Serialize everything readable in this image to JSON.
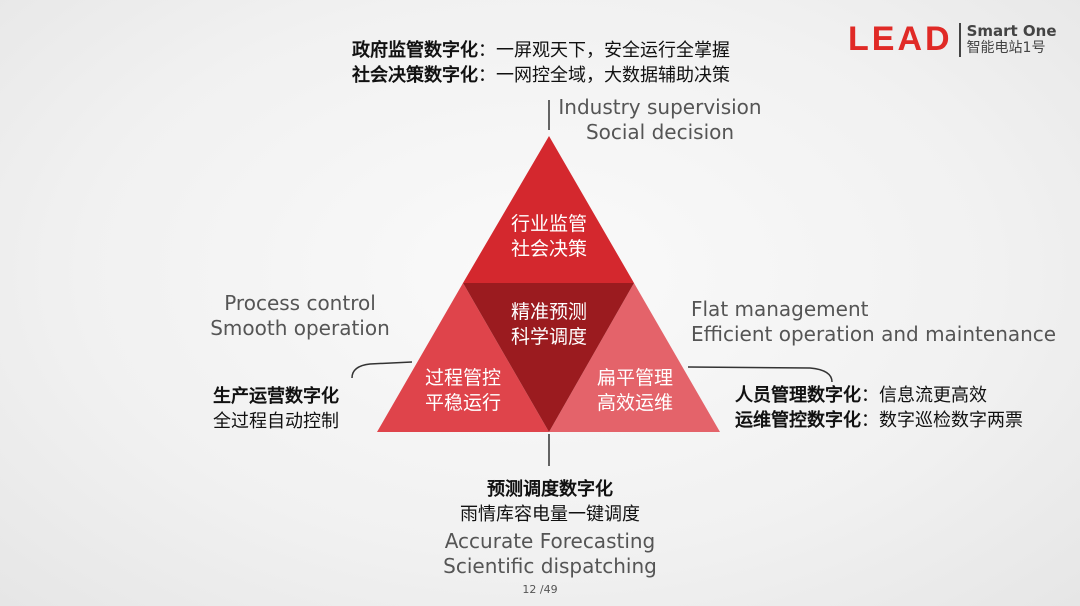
{
  "logo": {
    "brand": "LEAD",
    "product_en": "Smart One",
    "product_zh": "智能电站1号"
  },
  "top": {
    "line1_bold": "政府监管数字化",
    "line1_rest": "：一屏观天下，安全运行全掌握",
    "line2_bold": "社会决策数字化",
    "line2_rest": "：一网控全域，大数据辅助决策",
    "en1": "Industry supervision",
    "en2": "Social decision"
  },
  "left": {
    "en1": "Process control",
    "en2": "Smooth operation",
    "zh_bold": "生产运营数字化",
    "zh": "全过程自动控制"
  },
  "right": {
    "en1": "Flat management",
    "en2": "Efficient operation and maintenance",
    "line1_bold": "人员管理数字化",
    "line1_rest": "：信息流更高效",
    "line2_bold": "运维管控数字化",
    "line2_rest": "：数字巡检数字两票"
  },
  "bottom": {
    "zh_bold": "预测调度数字化",
    "zh": "雨情库容电量一键调度",
    "en1": "Accurate Forecasting",
    "en2": "Scientific dispatching"
  },
  "triangle": {
    "top": [
      "行业监管",
      "社会决策"
    ],
    "center": [
      "精准预测",
      "科学调度"
    ],
    "left": [
      "过程管控",
      "平稳运行"
    ],
    "right": [
      "扁平管理",
      "高效运维"
    ],
    "colors": {
      "top": "#d4282e",
      "center": "#9b1b1f",
      "left": "#df444b",
      "right": "#e4636a"
    }
  },
  "page": "12 /49"
}
